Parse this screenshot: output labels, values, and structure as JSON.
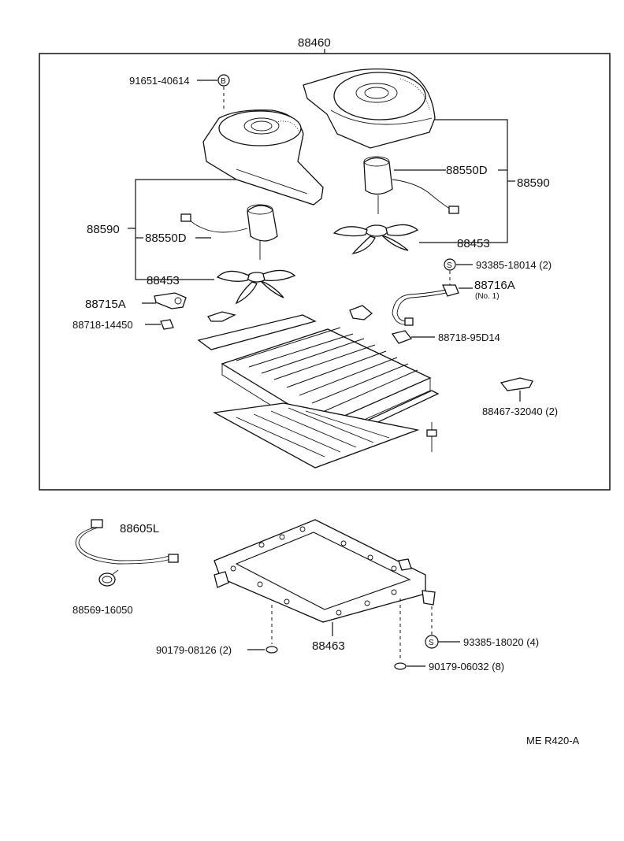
{
  "figure": {
    "code": "ME R420-A",
    "assembly_label": "88460"
  },
  "callouts": {
    "screw_upper": "91651-40614",
    "screw_upper_mark": "B",
    "blower_right": "88590",
    "blower_left": "88590",
    "motor_right": "88550D",
    "motor_left": "88550D",
    "fan_right": "88453",
    "fan_left": "88453",
    "screw_s1": "93385-18014 (2)",
    "screw_s1_mark": "S",
    "harness_a": "88716A",
    "harness_a_note": "(No. 1)",
    "clip_left_a": "88715A",
    "clip_left_b": "88718-14450",
    "clip_right": "88718-95D14",
    "bracket_small": "88467-32040 (2)",
    "harness_lower": "88605L",
    "clamp_lower": "88569-16050",
    "frame": "88463",
    "nut_left": "90179-08126 (2)",
    "screw_s2": "93385-18020 (4)",
    "screw_s2_mark": "S",
    "nut_right": "90179-06032 (8)"
  },
  "icons": [
    "blower-housing-icon",
    "blower-motor-icon",
    "fan-blade-icon",
    "evaporator-core-icon",
    "mounting-frame-icon",
    "wire-harness-icon",
    "screw-icon",
    "nut-icon"
  ]
}
